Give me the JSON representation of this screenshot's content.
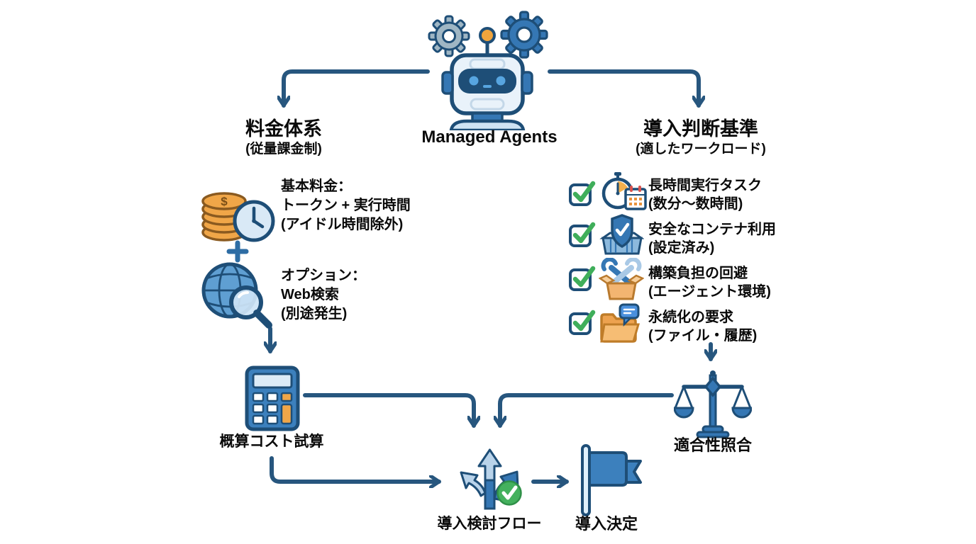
{
  "title": "Managed Agents",
  "colors": {
    "line": "#27567e",
    "outline": "#1e4e77",
    "accent_blue": "#3577b4",
    "light_blue": "#cfe3f3",
    "orange": "#f0a648",
    "green": "#3fae5a",
    "text": "#0a0a0a",
    "background": "#ffffff"
  },
  "left_branch": {
    "title": "料金体系",
    "subtitle": "(従量課金制)",
    "items": [
      {
        "icon": "coins-clock-icon",
        "lines": [
          "基本料金：",
          "トークン + 実行時間",
          "(アイドル時間除外)"
        ]
      },
      {
        "icon": "globe-search-icon",
        "lines": [
          "オプション：",
          "Web検索",
          "(別途発生)"
        ]
      }
    ],
    "connector_icon": "plus-icon",
    "result_icon": "calculator-icon",
    "result_label": "概算コスト試算"
  },
  "right_branch": {
    "title": "導入判断基準",
    "subtitle": "(適したワークロード)",
    "items": [
      {
        "icon": "stopwatch-calendar-icon",
        "checked": true,
        "lines": [
          "長時間実行タスク",
          "(数分〜数時間)"
        ]
      },
      {
        "icon": "shield-container-icon",
        "checked": true,
        "lines": [
          "安全なコンテナ利用",
          "(設定済み)"
        ]
      },
      {
        "icon": "wrench-box-icon",
        "checked": true,
        "lines": [
          "構築負担の回避",
          "(エージェント環境)"
        ]
      },
      {
        "icon": "folder-chat-icon",
        "checked": true,
        "lines": [
          "永続化の要求",
          "(ファイル・履歴)"
        ]
      }
    ],
    "result_icon": "scales-icon",
    "result_label": "適合性照合"
  },
  "flow": {
    "decision_icon": "branch-arrows-icon",
    "decision_label": "導入検討フロー",
    "final_icon": "flag-icon",
    "final_label": "導入決定"
  }
}
